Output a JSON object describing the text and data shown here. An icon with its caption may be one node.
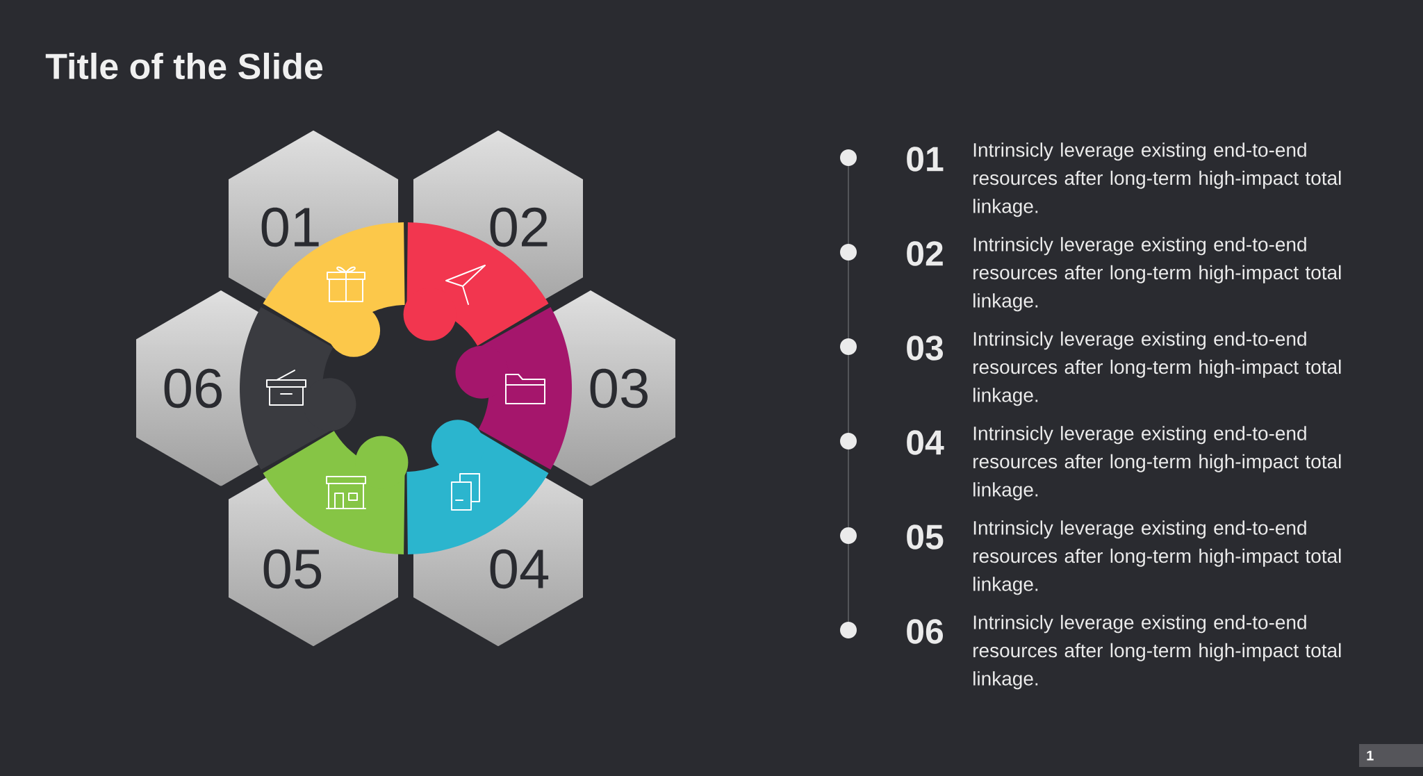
{
  "diagram": {
    "title": "Title of the Slide",
    "nodes": [
      {
        "text": [
          "01"
        ]
      },
      {
        "text": [
          "02"
        ]
      },
      {
        "text": [
          "03"
        ]
      },
      {
        "text": [
          "04"
        ]
      },
      {
        "text": [
          "05"
        ]
      },
      {
        "text": [
          "06"
        ]
      },
      {
        "text": [
          "1"
        ]
      }
    ],
    "labels": [
      "01",
      "Intrinsicly leverage existing end-to-end resources after long-term high-impact total linkage.",
      "02",
      "Intrinsicly leverage existing end-to-end resources after long-term high-impact total linkage.",
      "03",
      "Intrinsicly leverage existing end-to-end resources after long-term high-impact total linkage.",
      "04",
      "Intrinsicly leverage existing end-to-end resources after long-term high-impact total linkage.",
      "05",
      "Intrinsicly leverage existing end-to-end resources after long-term high-impact total linkage.",
      "06",
      "Intrinsicly leverage existing end-to-end resources after long-term high-impact total linkage."
    ]
  }
}
